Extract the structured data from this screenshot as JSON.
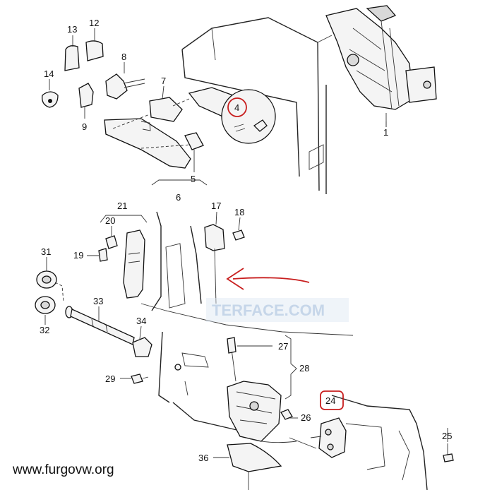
{
  "callouts": [
    {
      "id": "c1",
      "text": "1"
    },
    {
      "id": "c4",
      "text": "4"
    },
    {
      "id": "c5",
      "text": "5"
    },
    {
      "id": "c6",
      "text": "6"
    },
    {
      "id": "c7",
      "text": "7"
    },
    {
      "id": "c8",
      "text": "8"
    },
    {
      "id": "c9",
      "text": "9"
    },
    {
      "id": "c12",
      "text": "12"
    },
    {
      "id": "c13",
      "text": "13"
    },
    {
      "id": "c14",
      "text": "14"
    },
    {
      "id": "c17",
      "text": "17"
    },
    {
      "id": "c18",
      "text": "18"
    },
    {
      "id": "c19",
      "text": "19"
    },
    {
      "id": "c20",
      "text": "20"
    },
    {
      "id": "c21",
      "text": "21"
    },
    {
      "id": "c24",
      "text": "24"
    },
    {
      "id": "c25",
      "text": "25"
    },
    {
      "id": "c26",
      "text": "26"
    },
    {
      "id": "c27",
      "text": "27"
    },
    {
      "id": "c28",
      "text": "28"
    },
    {
      "id": "c29",
      "text": "29"
    },
    {
      "id": "c31",
      "text": "31"
    },
    {
      "id": "c32",
      "text": "32"
    },
    {
      "id": "c33",
      "text": "33"
    },
    {
      "id": "c34",
      "text": "34"
    },
    {
      "id": "c36",
      "text": "36"
    }
  ],
  "watermark": "TERFACE.COM",
  "credit": "www.furgovw.org",
  "colors": {
    "annotation": "#c81e1e",
    "watermark": "#b9cde4",
    "ink": "#111111"
  }
}
